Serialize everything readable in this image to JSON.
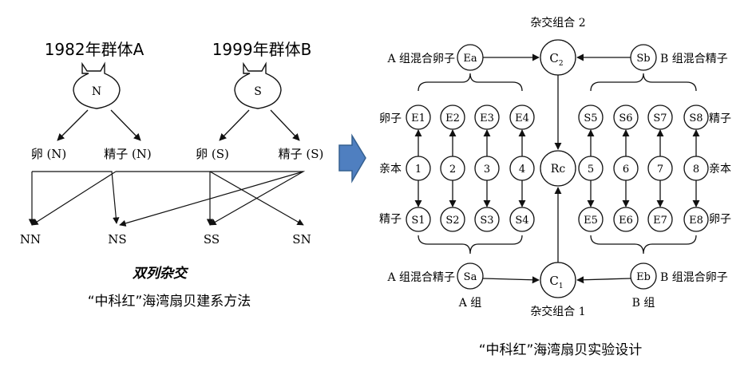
{
  "left": {
    "population_a": "1982年群体A",
    "population_b": "1999年群体B",
    "shell_n": "N",
    "shell_s": "S",
    "egg_n": "卵 (N)",
    "sperm_n": "精子 (N)",
    "egg_s": "卵 (S)",
    "sperm_s": "精子 (S)",
    "out_nn": "NN",
    "out_ns": "NS",
    "out_ss": "SS",
    "out_sn": "SN",
    "subtitle": "双列杂交",
    "caption": "“中科红”海湾扇贝建系方法"
  },
  "right": {
    "cross2_title": "杂交组合 2",
    "cross1_title": "杂交组合 1",
    "c2": "C",
    "c2_sub": "2",
    "c1": "C",
    "c1_sub": "1",
    "rc": "Rc",
    "ea": "Ea",
    "sb": "Sb",
    "sa": "Sa",
    "eb": "Eb",
    "ea_label": "A 组混合卵子",
    "sb_label": "B 组混合精子",
    "sa_label": "A 组混合精子",
    "eb_label": "B 组混合卵子",
    "a_group": "A 组",
    "b_group": "B 组",
    "row_egg": "卵子",
    "row_parent": "亲本",
    "row_sperm": "精子",
    "left_top": [
      "E1",
      "E2",
      "E3",
      "E4"
    ],
    "left_mid": [
      "1",
      "2",
      "3",
      "4"
    ],
    "left_bot": [
      "S1",
      "S2",
      "S3",
      "S4"
    ],
    "right_top": [
      "S5",
      "S6",
      "S7",
      "S8"
    ],
    "right_mid": [
      "5",
      "6",
      "7",
      "8"
    ],
    "right_bot": [
      "E5",
      "E6",
      "E7",
      "E8"
    ],
    "caption": "“中科红”海湾扇贝实验设计"
  },
  "colors": {
    "arrow_fill": "#4f7fc0",
    "arrow_stroke": "#35608f",
    "line": "#111111"
  }
}
